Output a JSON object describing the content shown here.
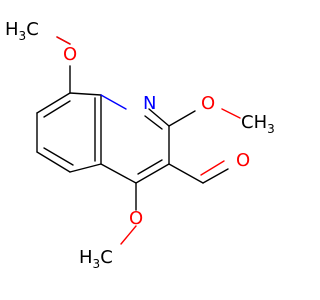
{
  "molecule": {
    "atoms": {
      "o_top": "O",
      "n_ring": "N",
      "o_right": "O",
      "o_ald": "O",
      "o_bottom": "O"
    },
    "methyls": {
      "top": {
        "main": "H",
        "sub": "3",
        "tail": "C"
      },
      "right": {
        "main": "CH",
        "sub": "3"
      },
      "bottom": {
        "main": "H",
        "sub": "3",
        "tail": "C"
      }
    }
  },
  "colors": {
    "carbon": "#000000",
    "oxygen": "#ff0000",
    "nitrogen": "#0000ff"
  }
}
